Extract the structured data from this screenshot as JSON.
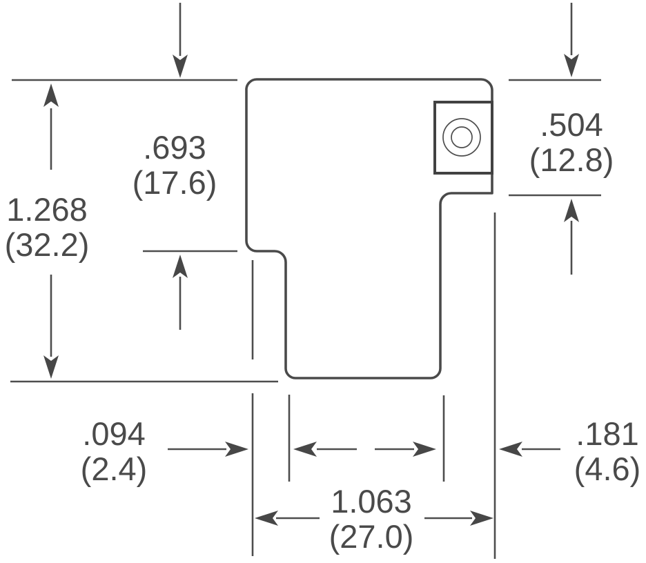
{
  "drawing": {
    "kind": "technical-dimension-drawing",
    "background": "#ffffff",
    "line_color": "#4d4d4d",
    "units": {
      "primary": "inches",
      "secondary": "millimeters (in parentheses)"
    },
    "dims": {
      "height_to_step": {
        "value": ".693",
        "metric": "(17.6)"
      },
      "height_overall": {
        "value": "1.268",
        "metric": "(32.2)"
      },
      "tab_height": {
        "value": ".504",
        "metric": "(12.8)"
      },
      "offset_left": {
        "value": ".094",
        "metric": "(2.4)"
      },
      "offset_right": {
        "value": ".181",
        "metric": "(4.6)"
      },
      "width_overall": {
        "value": "1.063",
        "metric": "(27.0)"
      }
    }
  }
}
